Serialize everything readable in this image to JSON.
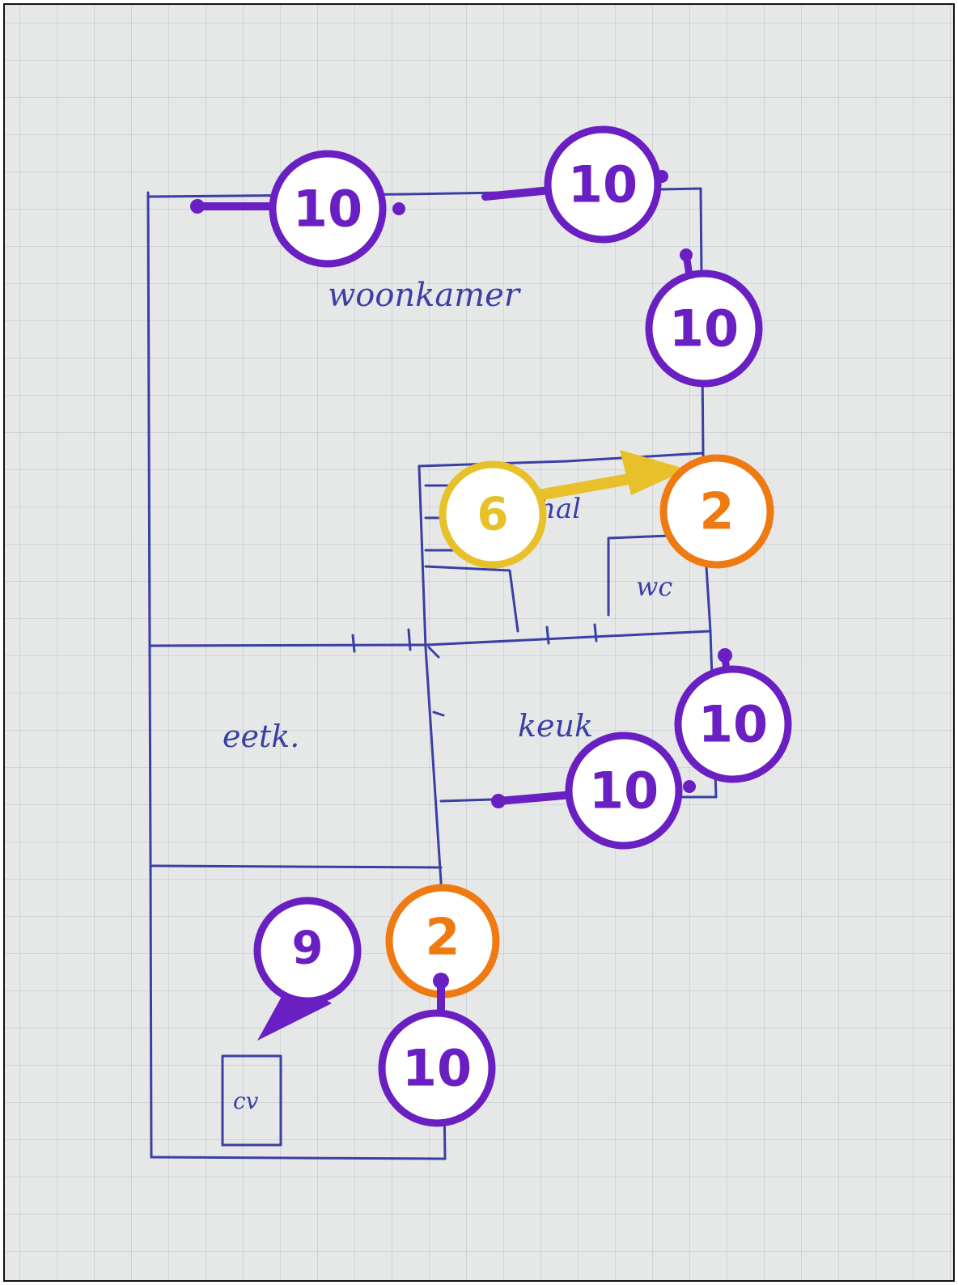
{
  "rooms": {
    "woonkamer": "woonkamer",
    "hal": "hal",
    "wc": "wc",
    "eetk": "eetk.",
    "keuk": "keuk",
    "cv": "cv"
  },
  "markers": [
    {
      "id": "wall-top-left",
      "label": "10",
      "kind": "wall"
    },
    {
      "id": "wall-top-right",
      "label": "10",
      "kind": "wall"
    },
    {
      "id": "wall-right-upper",
      "label": "10",
      "kind": "wall"
    },
    {
      "id": "window-hal",
      "label": "2",
      "kind": "window"
    },
    {
      "id": "door-hal",
      "label": "6",
      "kind": "door"
    },
    {
      "id": "wall-right-lower",
      "label": "10",
      "kind": "wall"
    },
    {
      "id": "wall-keuken",
      "label": "10",
      "kind": "wall"
    },
    {
      "id": "window-bottom",
      "label": "2",
      "kind": "window"
    },
    {
      "id": "wall-bottom",
      "label": "10",
      "kind": "wall"
    },
    {
      "id": "cv-boiler",
      "label": "9",
      "kind": "heater"
    }
  ],
  "colors": {
    "wall_marker": "#6a1fc2",
    "window_marker": "#f07a12",
    "door_marker": "#e8c12a",
    "ink": "#3a3fa5",
    "paper": "#e6e8e8"
  }
}
